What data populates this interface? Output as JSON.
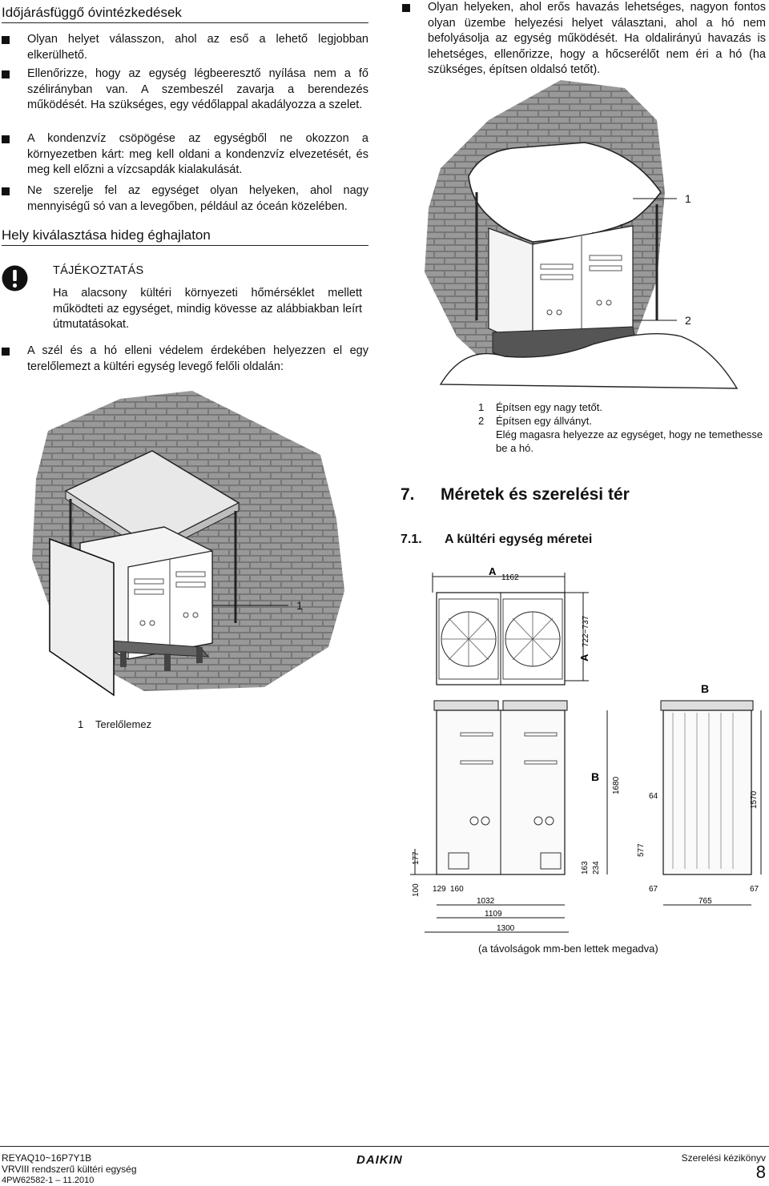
{
  "left": {
    "section1_title": "Időjárásfüggő óvintézkedések",
    "bullets1": [
      "Olyan helyet válasszon, ahol az eső a lehető legjobban elkerülhető.",
      "Ellenőrizze, hogy az egység légbeeresztő nyílása nem a fő szélirányban van. A szembeszél zavarja a berendezés működését. Ha szükséges, egy védőlappal akadályozza a szelet.",
      "A kondenzvíz csöpögése az egységből ne okozzon a környezetben kárt: meg kell oldani a kondenzvíz elvezetését, és meg kell előzni a vízcsapdák kialakulását.",
      "Ne szerelje fel az egységet olyan helyeken, ahol nagy mennyiségű só van a levegőben, például az óceán közelében."
    ],
    "section2_title": "Hely kiválasztása hideg éghajlaton",
    "notice": {
      "title": "TÁJÉKOZTATÁS",
      "text": "Ha alacsony kültéri környezeti hőmérséklet mellett működteti az egységet, mindig kövesse az alábbiakban leírt útmutatásokat."
    },
    "bullet_wind": "A szél és a hó elleni védelem érdekében helyezzen el egy terelőlemezt a kültéri egység levegő felőli oldalán:",
    "fig1_callout": "1",
    "fig1_caption_num": "1",
    "fig1_caption_text": "Terelőlemez"
  },
  "right": {
    "bullet_snow": "Olyan helyeken, ahol erős havazás lehetséges, nagyon fontos olyan üzembe helyezési helyet választani, ahol a hó nem befolyásolja az egység működését. Ha oldalirányú havazás is lehetséges, ellenőrizze, hogy a hőcserélőt nem éri a hó (ha szükséges, építsen oldalsó tetőt).",
    "fig2_callouts": [
      "1",
      "2"
    ],
    "fig2_captions": [
      {
        "num": "1",
        "text": "Építsen egy nagy tetőt."
      },
      {
        "num": "2",
        "text": "Építsen egy állványt."
      },
      {
        "num": "",
        "text": "Elég magasra helyezze az egységet, hogy ne temethesse be a hó."
      }
    ],
    "chapter_num": "7.",
    "chapter_title": "Méretek és szerelési tér",
    "sub_num": "7.1.",
    "sub_title": "A kültéri egység méretei",
    "dims": {
      "A_label": "A",
      "A_value": "1162",
      "A_range": "722~737",
      "B_label": "B",
      "d177": "177",
      "d100": "100",
      "d129": "129",
      "d160": "160",
      "d1032": "1032",
      "d1109": "1109",
      "d1300": "1300",
      "d163": "163",
      "d234": "234",
      "d1680": "1680",
      "d64": "64",
      "d577": "577",
      "d1570": "1570",
      "d67a": "67",
      "d765": "765",
      "d67b": "67"
    },
    "units_note": "(a távolságok mm-ben lettek megadva)"
  },
  "footer": {
    "model": "REYAQ10~16P7Y1B",
    "product": "VRVIII rendszerű kültéri egység",
    "doc": "4PW62582-1 – 11.2010",
    "brand": "DAIKIN",
    "manual": "Szerelési kézikönyv",
    "page": "8"
  }
}
